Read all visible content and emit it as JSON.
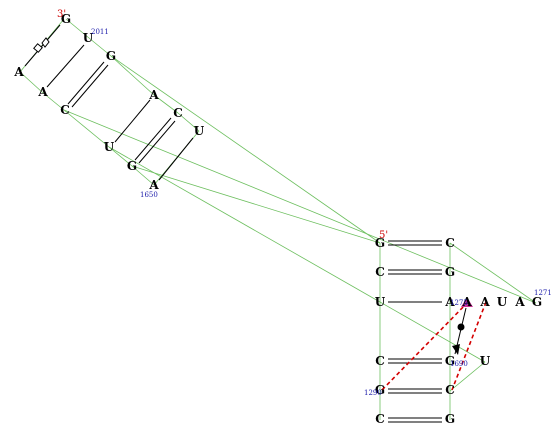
{
  "colors": {
    "background": "#ffffff",
    "backbone": "#6dbf5f",
    "basepair": "#000000",
    "tertiary": "#d40000",
    "residue_marker": "#cc3399",
    "number_label": "#1a1aaa",
    "end_label": "#cc0000"
  },
  "strand_ends": [
    {
      "id": "three-prime-end",
      "text": "3'"
    },
    {
      "id": "five-prime-end",
      "text": "5'"
    }
  ],
  "numbers": [
    {
      "id": "number-2011",
      "text": "2011"
    },
    {
      "id": "number-1650",
      "text": "1650"
    },
    {
      "id": "number-1271",
      "text": "1271"
    },
    {
      "id": "number-1275",
      "text": "1275"
    },
    {
      "id": "number-1690",
      "text": "1690"
    },
    {
      "id": "number-1290",
      "text": "1290"
    }
  ],
  "nucleotides": [
    {
      "id": "nt-g-3prime",
      "text": "G"
    },
    {
      "id": "nt-u-2011",
      "text": "U"
    },
    {
      "id": "nt-a-upper-left",
      "text": "A"
    },
    {
      "id": "nt-g-upper-right",
      "text": "G"
    },
    {
      "id": "nt-a-upper-mid",
      "text": "A"
    },
    {
      "id": "nt-c-upper-mid",
      "text": "C"
    },
    {
      "id": "nt-a-upper-a2",
      "text": "A"
    },
    {
      "id": "nt-c-upper-c2",
      "text": "C"
    },
    {
      "id": "nt-u-upper-u2",
      "text": "U"
    },
    {
      "id": "nt-u-upper-u3",
      "text": "U"
    },
    {
      "id": "nt-g-upper-g2",
      "text": "G"
    },
    {
      "id": "nt-a-1650",
      "text": "A"
    },
    {
      "id": "nt-g-5prime",
      "text": "G"
    },
    {
      "id": "nt-c-row1-right",
      "text": "C"
    },
    {
      "id": "nt-c-row2-left",
      "text": "C"
    },
    {
      "id": "nt-g-row2-right",
      "text": "G"
    },
    {
      "id": "nt-u-row3-left",
      "text": "U"
    },
    {
      "id": "nt-a-row3",
      "text": "A"
    },
    {
      "id": "nt-a-1275",
      "text": "A"
    },
    {
      "id": "nt-a-row3-c",
      "text": "A"
    },
    {
      "id": "nt-u-row3",
      "text": "U"
    },
    {
      "id": "nt-a-row3-d",
      "text": "A"
    },
    {
      "id": "nt-g-1271",
      "text": "G"
    },
    {
      "id": "nt-c-row4-left",
      "text": "C"
    },
    {
      "id": "nt-g-row4-right",
      "text": "G"
    },
    {
      "id": "nt-u-bulge",
      "text": "U"
    },
    {
      "id": "nt-g-1290",
      "text": "G"
    },
    {
      "id": "nt-c-row5-right",
      "text": "C"
    },
    {
      "id": "nt-c-row6-left",
      "text": "C"
    },
    {
      "id": "nt-g-row6-right",
      "text": "G"
    }
  ]
}
